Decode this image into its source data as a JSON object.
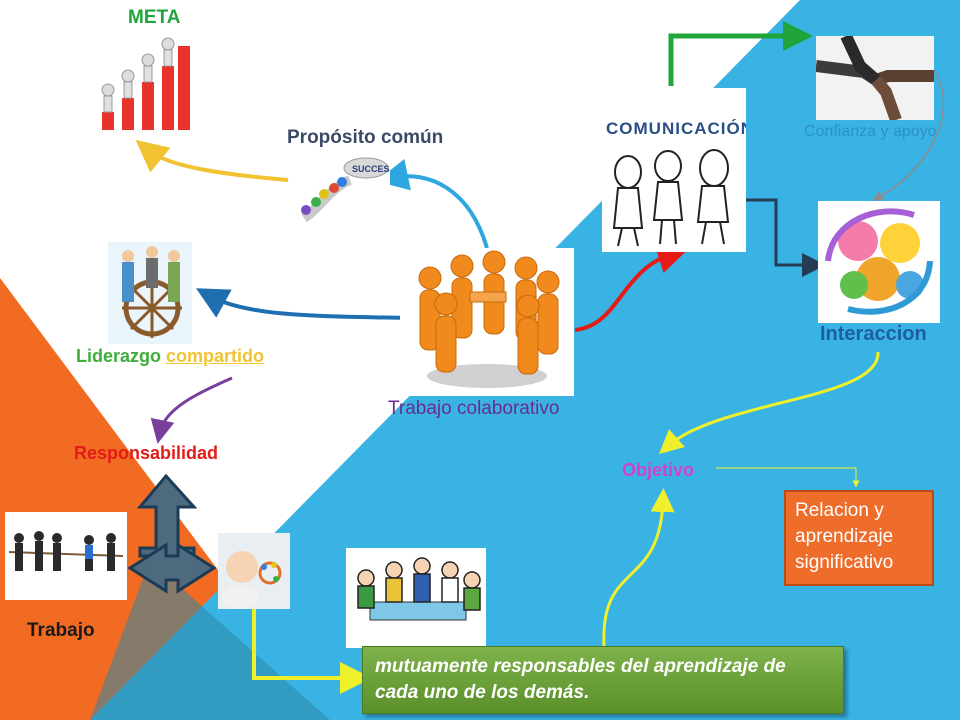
{
  "labels": {
    "meta": "META",
    "proposito": "Propósito común",
    "liderazgo": "Liderazgo ",
    "compartido": "compartido",
    "responsabilidad": "Responsabilidad",
    "trabajo_colaborativo": "Trabajo colaborativo",
    "trabajo": "Trabajo",
    "confianza": "Confianza y apoyo",
    "interaccion": "Interaccion",
    "objetivo": "Objetivo"
  },
  "images": {
    "comunicacion_text": "COMUNICACIÓN",
    "success_text": "SUCCESS"
  },
  "boxes": {
    "relacion": "Relacion y\naprendizaje\nsignificativo",
    "mutua": "mutuamente responsables del aprendizaje de cada uno de los demás."
  },
  "colors": {
    "orange_bg": "#f26b22",
    "blue_bg": "#39b3e4",
    "dark_teal": "#2a8fae",
    "green": "#1fa53a",
    "purple": "#7a3e9c",
    "red": "#e41b17",
    "yellow": "#f0f02a",
    "gold": "#f1c232"
  }
}
